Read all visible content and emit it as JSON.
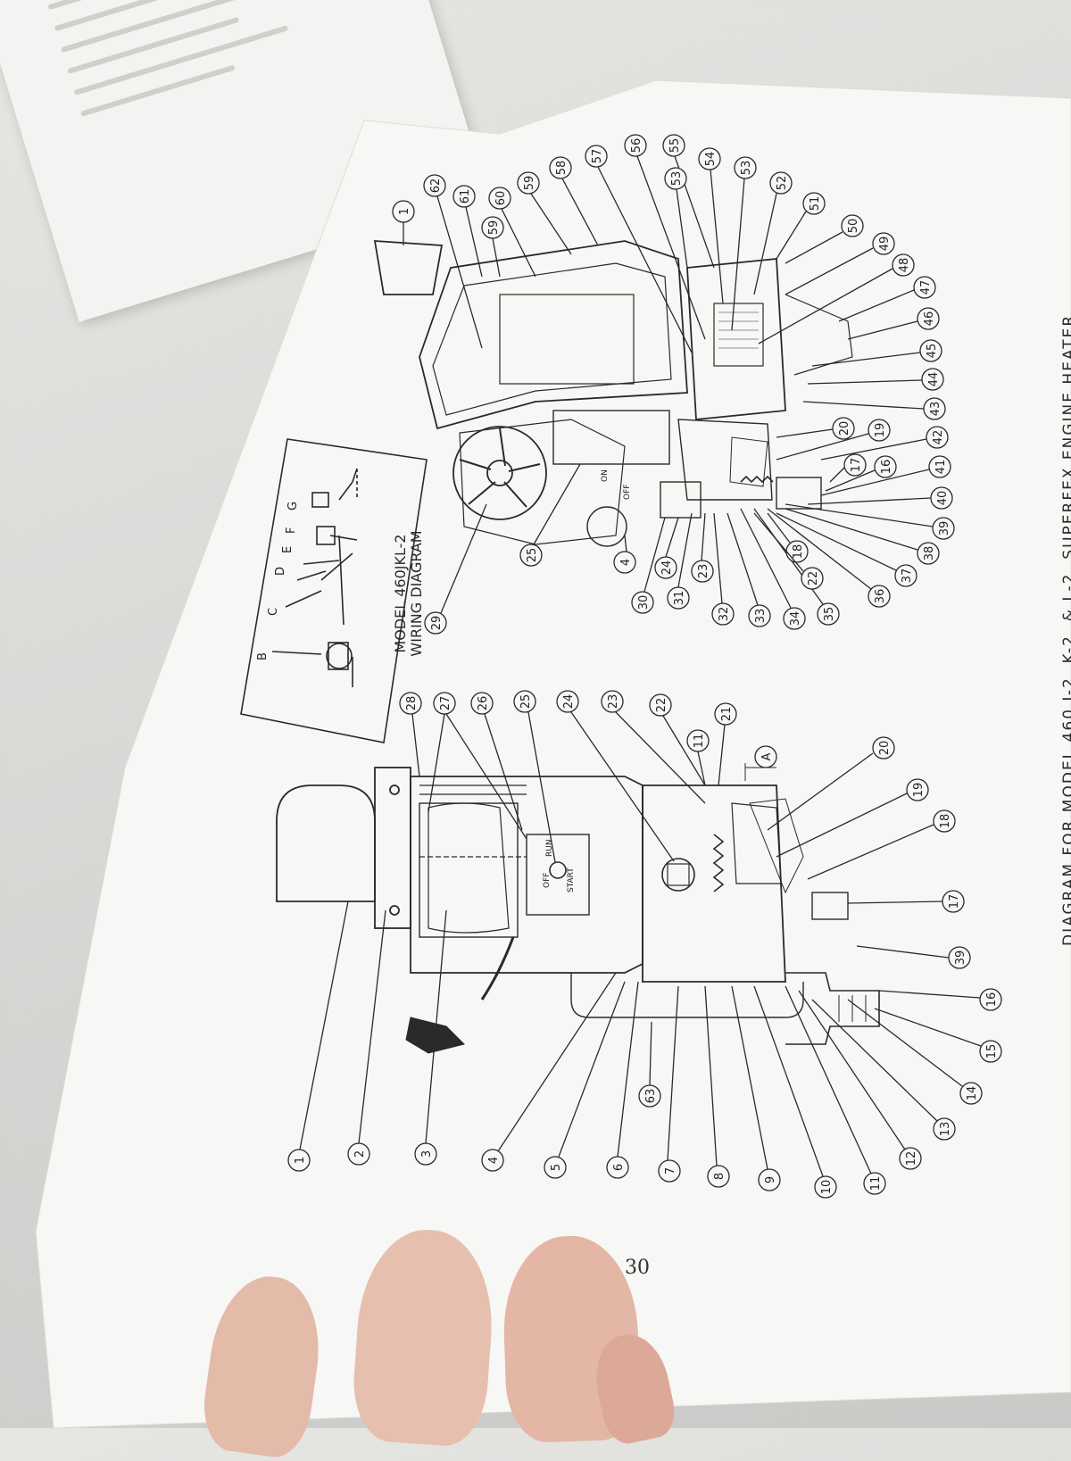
{
  "document": {
    "caption": "DIAGRAM FOR MODEL 460 J-2, K-2, & L-2, SUPERFEX ENGINE HEATER",
    "page_number": "30",
    "wiring_diagram": {
      "title_line1": "MODEL 460JKL-2",
      "title_line2": "WIRING DIAGRAM",
      "terminals": [
        "B",
        "C",
        "D",
        "E",
        "F",
        "G"
      ]
    },
    "upper_view": {
      "callouts": [
        "1",
        "62",
        "61",
        "59",
        "60",
        "59",
        "58",
        "57",
        "56",
        "55",
        "53",
        "54",
        "53",
        "52",
        "51",
        "50",
        "49",
        "48",
        "47",
        "46",
        "45",
        "44",
        "43",
        "20",
        "19",
        "42",
        "17",
        "16",
        "41",
        "40",
        "39",
        "38",
        "37",
        "36",
        "35",
        "34",
        "18",
        "22",
        "33",
        "32",
        "23",
        "31",
        "24",
        "30",
        "4",
        "25",
        "29"
      ],
      "switch_labels": [
        "ON",
        "OFF"
      ]
    },
    "lower_view": {
      "callouts": [
        "28",
        "27",
        "26",
        "25",
        "24",
        "23",
        "22",
        "11",
        "21",
        "A",
        "20",
        "19",
        "18",
        "17",
        "39",
        "16",
        "15",
        "14",
        "13",
        "12",
        "11",
        "10",
        "9",
        "8",
        "7",
        "63",
        "6",
        "5",
        "4",
        "3",
        "2",
        "1"
      ],
      "switch_labels": [
        "OFF",
        "START",
        "RUN"
      ]
    }
  },
  "colors": {
    "paper": "#f7f7f5",
    "ink": "#2a2a2a",
    "background": "#d8d9d6",
    "skin": "#e2b7a8"
  }
}
